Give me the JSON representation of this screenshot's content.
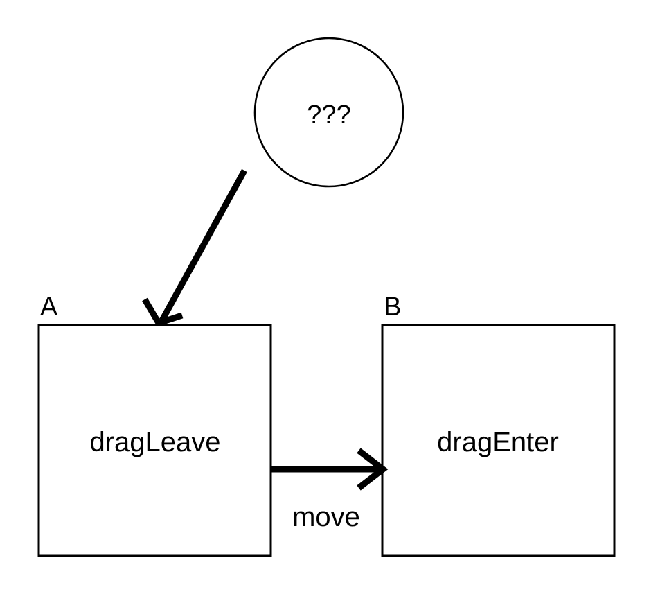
{
  "diagram": {
    "background_color": "#ffffff",
    "stroke_color": "#000000",
    "nodes": [
      {
        "id": "unknown-source",
        "shape": "circle",
        "label": "???",
        "corner_label": ""
      },
      {
        "id": "box-a",
        "shape": "rectangle",
        "label": "dragLeave",
        "corner_label": "A"
      },
      {
        "id": "box-b",
        "shape": "rectangle",
        "label": "dragEnter",
        "corner_label": "B"
      }
    ],
    "edges": [
      {
        "id": "edge-unknown-to-a",
        "from": "unknown-source",
        "to": "box-a",
        "label": ""
      },
      {
        "id": "edge-a-to-b",
        "from": "box-a",
        "to": "box-b",
        "label": "move"
      }
    ]
  }
}
